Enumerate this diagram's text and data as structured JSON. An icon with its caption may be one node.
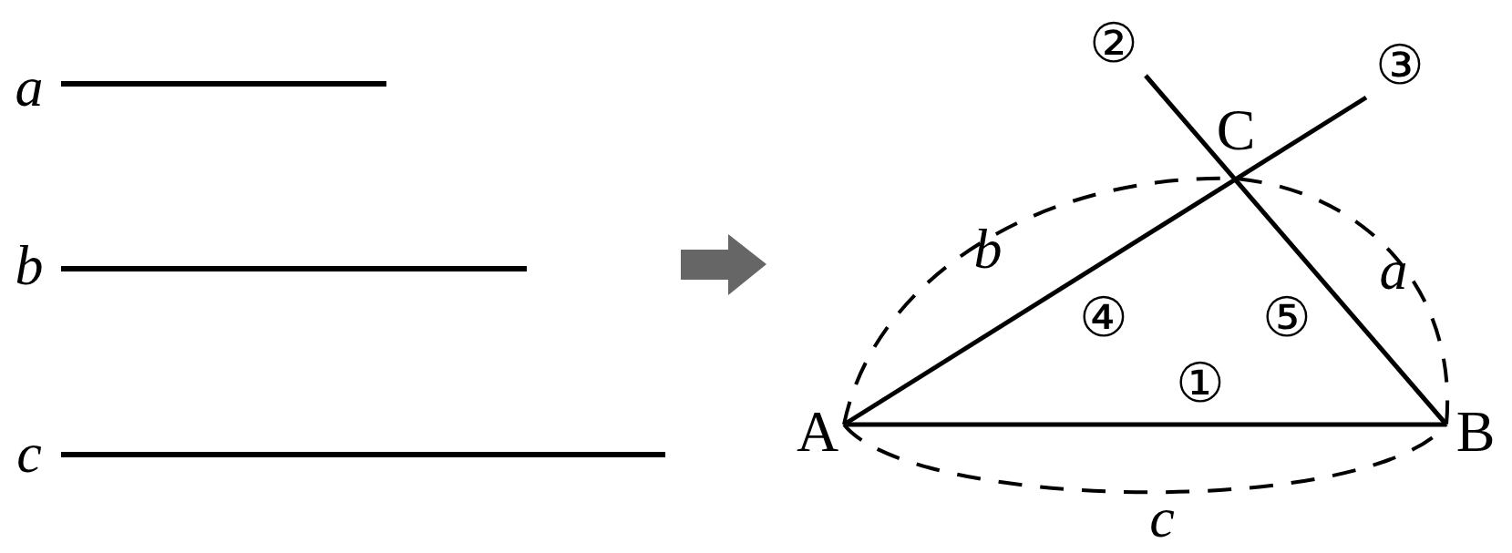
{
  "diagram": {
    "labels": [
      "a",
      "b",
      "c",
      "②",
      "③",
      "C",
      "b",
      "a",
      "④",
      "⑤",
      "①",
      "A",
      "B",
      "c"
    ]
  }
}
